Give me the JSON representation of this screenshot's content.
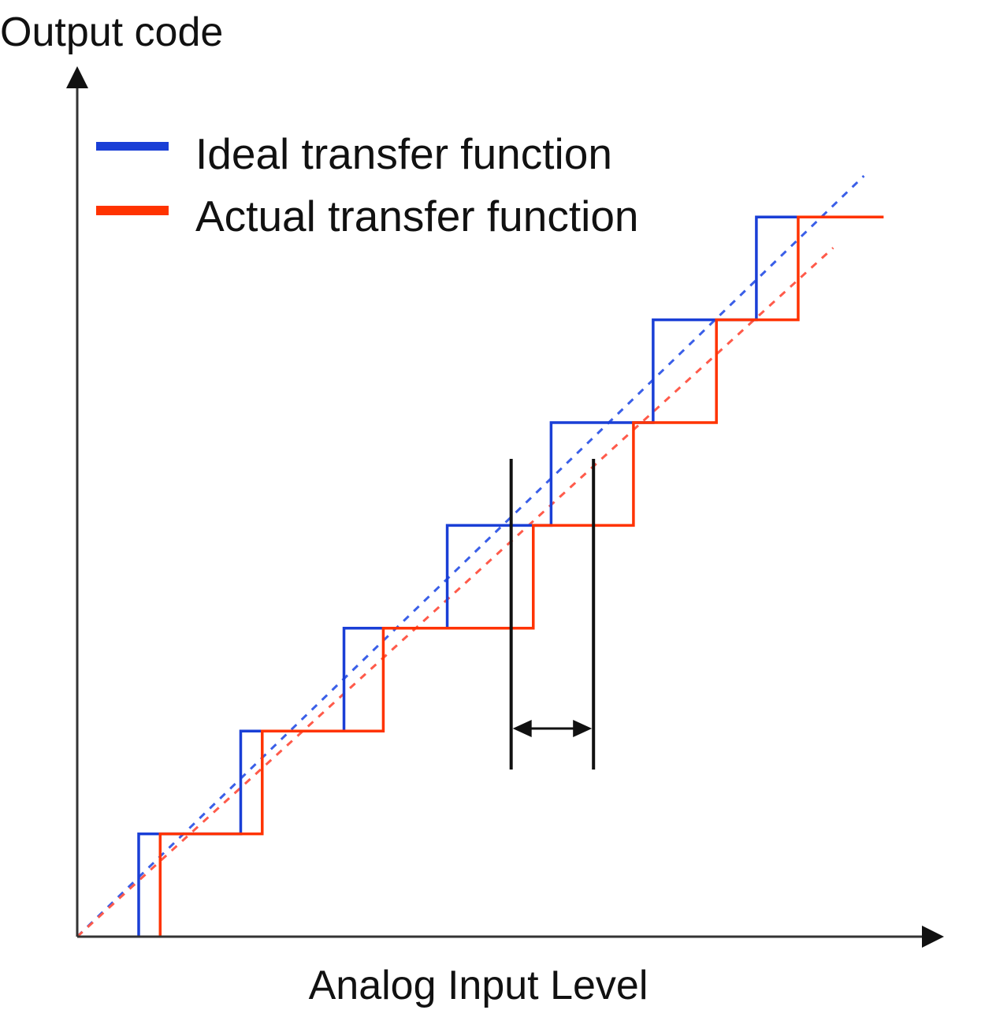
{
  "chart_data": {
    "type": "line",
    "y_axis_label": "Output code",
    "x_axis_label": "Analog Input Level",
    "legend": [
      {
        "label": "Ideal transfer function",
        "color": "#1a3fd6"
      },
      {
        "label": "Actual transfer function",
        "color": "#ff3300"
      }
    ],
    "code_levels": [
      1,
      2,
      3,
      4,
      5,
      6,
      7
    ],
    "ideal_transition_inputs": [
      1.0,
      2.66,
      4.34,
      6.02,
      7.71,
      9.37,
      11.05
    ],
    "actual_transition_inputs": [
      1.35,
      3.01,
      4.98,
      7.42,
      9.05,
      10.4,
      11.73
    ],
    "ideal_end_input": 12.31,
    "actual_end_input": 13.12,
    "ideal_reference_line": {
      "from": [
        0,
        0
      ],
      "to": [
        12.8,
        7.4
      ]
    },
    "actual_reference_line": {
      "from": [
        0,
        0
      ],
      "to": [
        12.3,
        6.7
      ]
    },
    "width_markers": {
      "from_input": 7.06,
      "to_input": 8.4,
      "arrow": "double"
    },
    "dashed_reference_lines": true,
    "axis_arrows": true,
    "grid": false
  }
}
